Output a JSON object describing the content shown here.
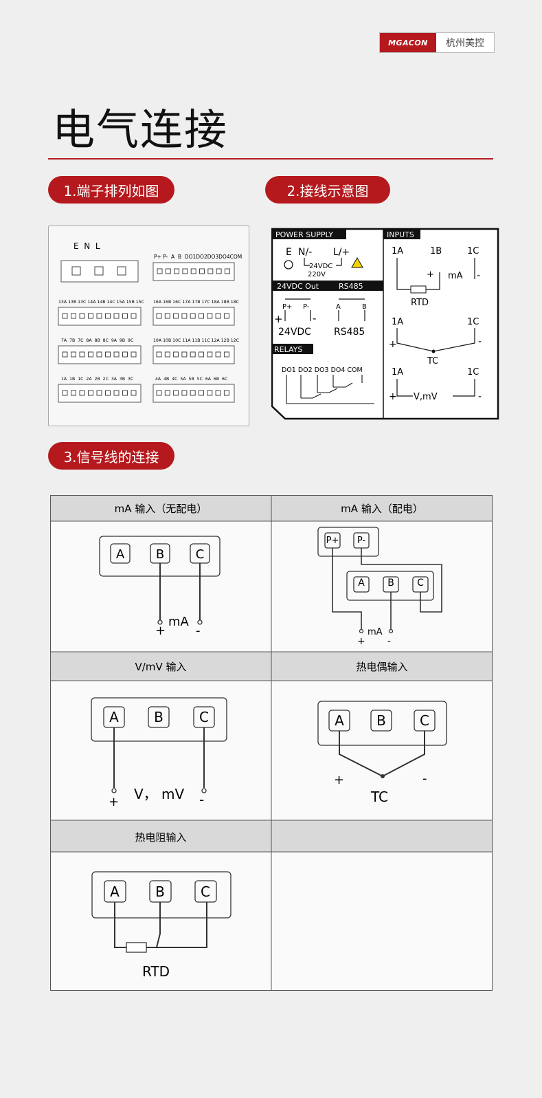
{
  "logo": {
    "brand": "MGACON",
    "cn": "杭州美控"
  },
  "page_title": "电气连接",
  "sections": {
    "s1": "1.端子排列如图",
    "s2": "2.接线示意图",
    "s3": "3.信号线的连接"
  },
  "terminals": {
    "power_labels": "E  N  L",
    "io_labels": "P+ P-  A  B  DO1DO2DO3DO4COM",
    "row1_left": "13A 13B 13C 14A 14B 14C 15A 15B 15C",
    "row1_right": "16A 16B 16C 17A 17B 17C 18A 18B 18C",
    "row2_left": "7A  7B  7C  8A  8B  8C  9A  9B  9C",
    "row2_right": "10A 10B 10C 11A 11B 11C 12A 12B 12C",
    "row3_left": "1A  1B  1C  2A  2B  2C  3A  3B  3C",
    "row3_right": "4A  4B  4C  5A  5B  5C  6A  6B  6C"
  },
  "wiring": {
    "power_supply": "POWER SUPPLY",
    "inputs": "INPUTS",
    "e": "E",
    "n": "N/-",
    "l": "L/+",
    "v24": "24VDC",
    "v220": "220V",
    "out_24": "24VDC Out",
    "rs485_head": "RS485",
    "p_plus": "P+",
    "p_minus": "P-",
    "a": "A",
    "b": "B",
    "plus": "+",
    "minus": "-",
    "v24b": "24VDC",
    "rs485": "RS485",
    "relays": "RELAYS",
    "do_labels": "DO1 DO2 DO3 DO4 COM",
    "t1a": "1A",
    "t1b": "1B",
    "t1c": "1C",
    "ma": "mA",
    "rtd": "RTD",
    "tc": "TC",
    "vmv": "V,mV"
  },
  "table": {
    "h1": "mA 输入（无配电）",
    "h2": "mA 输入（配电）",
    "h3": "V/mV 输入",
    "h4": "热电偶输入",
    "h5": "热电阻输入",
    "h6": "",
    "A": "A",
    "B": "B",
    "C": "C",
    "Pp": "P+",
    "Pm": "P-",
    "ma": "mA",
    "plus": "+",
    "minus": "-",
    "vmv": "V， mV",
    "tc": "TC",
    "rtd": "RTD"
  }
}
